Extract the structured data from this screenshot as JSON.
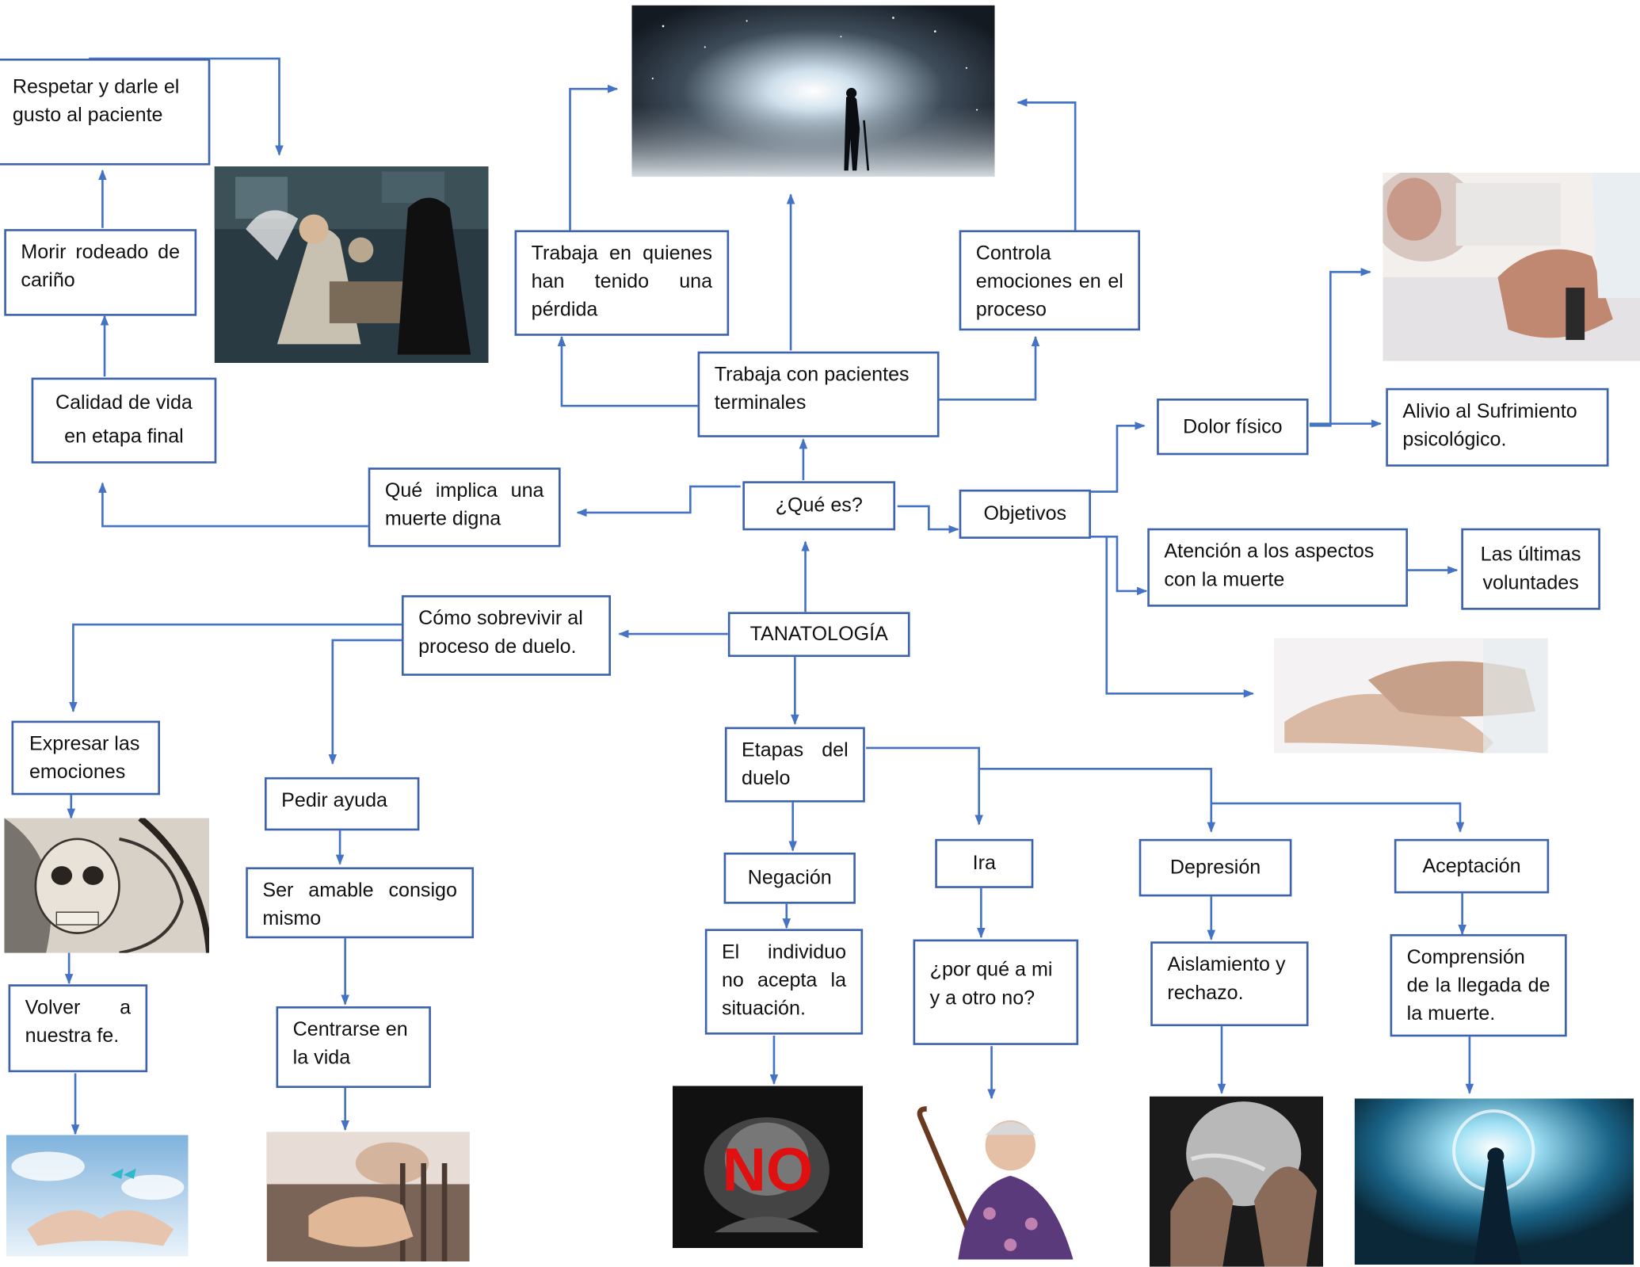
{
  "colors": {
    "line": "#4472c4",
    "box_border": "#3e63ad",
    "text": "#111111"
  },
  "center": "TANATOLOGÍA",
  "que_es": {
    "title": "¿Qué es?",
    "trabaja_pacientes": "Trabaja con pacientes terminales",
    "trabaja_perdida": "Trabaja en quienes han tenido una pérdida",
    "controla": "Controla emociones en el proceso",
    "muerte_digna": "Qué implica una muerte digna",
    "calidad_vida": "Calidad de vida en etapa final",
    "morir_rodeado": "Morir rodeado de cariño",
    "respetar": "Respetar y darle el gusto al paciente"
  },
  "objetivos": {
    "title": "Objetivos",
    "dolor": "Dolor físico",
    "alivio": "Alivio al Sufrimiento psicológico.",
    "atencion": "Atención a los aspectos con la muerte",
    "ultimas": "Las últimas voluntades"
  },
  "sobrevivir": {
    "title": "Cómo sobrevivir al proceso de duelo.",
    "expresar": "Expresar las emociones",
    "volver": "Volver a nuestra fe.",
    "pedir": "Pedir ayuda",
    "amable": "Ser amable consigo mismo",
    "centrarse": "Centrarse en la vida"
  },
  "etapas": {
    "title": "Etapas del duelo",
    "negacion": "Negación",
    "negacion_desc": "El individuo no acepta la situación.",
    "ira": "Ira",
    "ira_desc": "¿por qué a mi y a otro no?",
    "depresion": "Depresión",
    "depresion_desc": "Aislamiento y rechazo.",
    "aceptacion": "Aceptación",
    "aceptacion_desc": "Comprensión de la llegada de la muerte."
  },
  "images": {
    "no_sign": "NO",
    "icons": [
      "night-sky-figure-image",
      "hospital-deathbed-image",
      "patient-hand-image",
      "holding-hands-image",
      "skull-embrace-image",
      "butterfly-hands-image",
      "bedside-hands-image",
      "no-denial-image",
      "angry-elder-image",
      "grieving-elder-image",
      "light-portal-image"
    ]
  }
}
